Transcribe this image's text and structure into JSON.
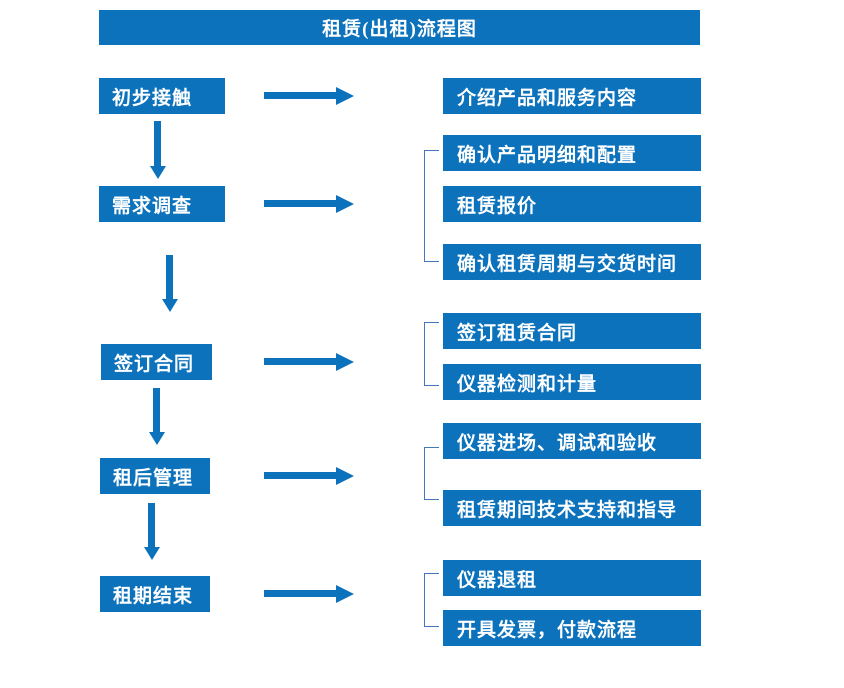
{
  "title": "租赁(出租)流程图",
  "colors": {
    "box_blue": "#0C72BC",
    "bracket_blue": "#4576B9",
    "text_white": "#FFFFFF"
  },
  "steps": [
    {
      "label": "初步接触",
      "outputs": [
        "介绍产品和服务内容"
      ]
    },
    {
      "label": "需求调查",
      "outputs": [
        "确认产品明细和配置",
        "租赁报价",
        "确认租赁周期与交货时间"
      ]
    },
    {
      "label": "签订合同",
      "outputs": [
        "签订租赁合同",
        "仪器检测和计量"
      ]
    },
    {
      "label": "租后管理",
      "outputs": [
        "仪器进场、调试和验收",
        "租赁期间技术支持和指导"
      ]
    },
    {
      "label": "租期结束",
      "outputs": [
        "仪器退租",
        "开具发票，付款流程"
      ]
    }
  ]
}
